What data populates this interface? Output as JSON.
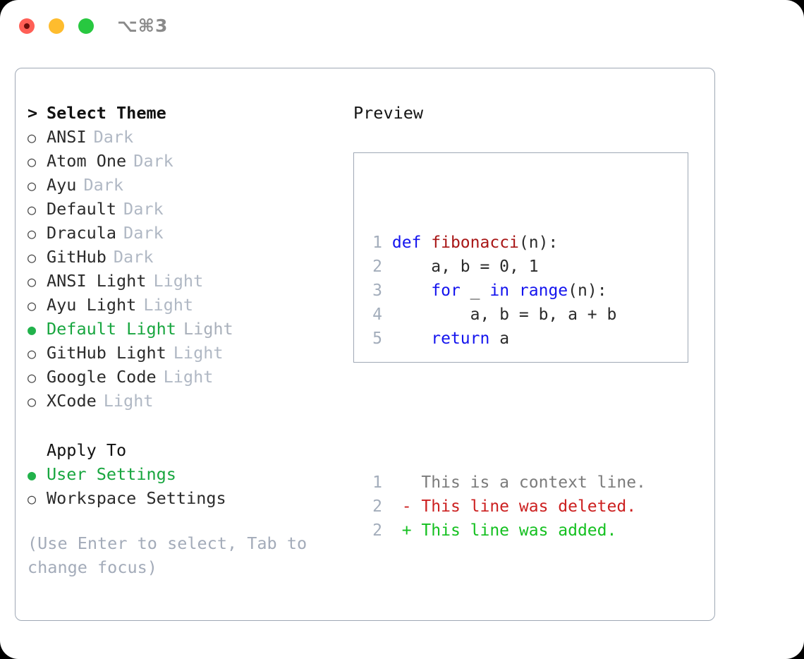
{
  "titlebar": {
    "shortcut": "⌥⌘3",
    "buttons": [
      {
        "name": "close",
        "color": "#ff5f56"
      },
      {
        "name": "minimize",
        "color": "#febc2e"
      },
      {
        "name": "maximize",
        "color": "#28c840"
      }
    ]
  },
  "theme_picker": {
    "header": {
      "caret": ">",
      "title": "Select Theme"
    },
    "items": [
      {
        "marker": "○",
        "label": "ANSI",
        "tag": "Dark",
        "selected": false
      },
      {
        "marker": "○",
        "label": "Atom One",
        "tag": "Dark",
        "selected": false
      },
      {
        "marker": "○",
        "label": "Ayu",
        "tag": "Dark",
        "selected": false
      },
      {
        "marker": "○",
        "label": "Default",
        "tag": "Dark",
        "selected": false
      },
      {
        "marker": "○",
        "label": "Dracula",
        "tag": "Dark",
        "selected": false
      },
      {
        "marker": "○",
        "label": "GitHub",
        "tag": "Dark",
        "selected": false
      },
      {
        "marker": "○",
        "label": "ANSI Light",
        "tag": "Light",
        "selected": false
      },
      {
        "marker": "○",
        "label": "Ayu Light",
        "tag": "Light",
        "selected": false
      },
      {
        "marker": "●",
        "label": "Default Light",
        "tag": "Light",
        "selected": true
      },
      {
        "marker": "○",
        "label": "GitHub Light",
        "tag": "Light",
        "selected": false
      },
      {
        "marker": "○",
        "label": "Google Code",
        "tag": "Light",
        "selected": false
      },
      {
        "marker": "○",
        "label": "XCode",
        "tag": "Light",
        "selected": false
      }
    ]
  },
  "apply_to": {
    "heading": "Apply To",
    "options": [
      {
        "marker": "●",
        "label": "User Settings",
        "selected": true
      },
      {
        "marker": "○",
        "label": "Workspace Settings",
        "selected": false
      }
    ]
  },
  "hint": "(Use Enter to select, Tab to change focus)",
  "preview": {
    "title": "Preview",
    "code_lines": [
      {
        "num": "1",
        "tokens": [
          {
            "t": "def",
            "c": "kw"
          },
          {
            "t": " ",
            "c": "pl"
          },
          {
            "t": "fibonacci",
            "c": "fn"
          },
          {
            "t": "(n):",
            "c": "pl"
          }
        ]
      },
      {
        "num": "2",
        "tokens": [
          {
            "t": "    a, b = 0, 1",
            "c": "pl"
          }
        ]
      },
      {
        "num": "3",
        "tokens": [
          {
            "t": "    ",
            "c": "pl"
          },
          {
            "t": "for",
            "c": "kw"
          },
          {
            "t": " _ ",
            "c": "pl"
          },
          {
            "t": "in",
            "c": "kw"
          },
          {
            "t": " ",
            "c": "pl"
          },
          {
            "t": "range",
            "c": "kw"
          },
          {
            "t": "(n):",
            "c": "pl"
          }
        ]
      },
      {
        "num": "4",
        "tokens": [
          {
            "t": "        a, b = b, a + b",
            "c": "pl"
          }
        ]
      },
      {
        "num": "5",
        "tokens": [
          {
            "t": "    ",
            "c": "pl"
          },
          {
            "t": "return",
            "c": "kw"
          },
          {
            "t": " a",
            "c": "pl"
          }
        ]
      }
    ],
    "diff_lines": [
      {
        "num": "1",
        "tokens": [
          {
            "t": "   This is a context line.",
            "c": "ctx"
          }
        ]
      },
      {
        "num": "2",
        "tokens": [
          {
            "t": " - This line was deleted.",
            "c": "del"
          }
        ]
      },
      {
        "num": "2",
        "tokens": [
          {
            "t": " + This line was added.",
            "c": "add"
          }
        ]
      }
    ]
  },
  "colors": {
    "accent_green": "#18a63f",
    "border": "#9fa8b5",
    "muted": "#a3abb9",
    "keyword_blue": "#1414ee",
    "function_red": "#a81616",
    "diff_added": "#14c020",
    "diff_deleted": "#cc2020"
  }
}
